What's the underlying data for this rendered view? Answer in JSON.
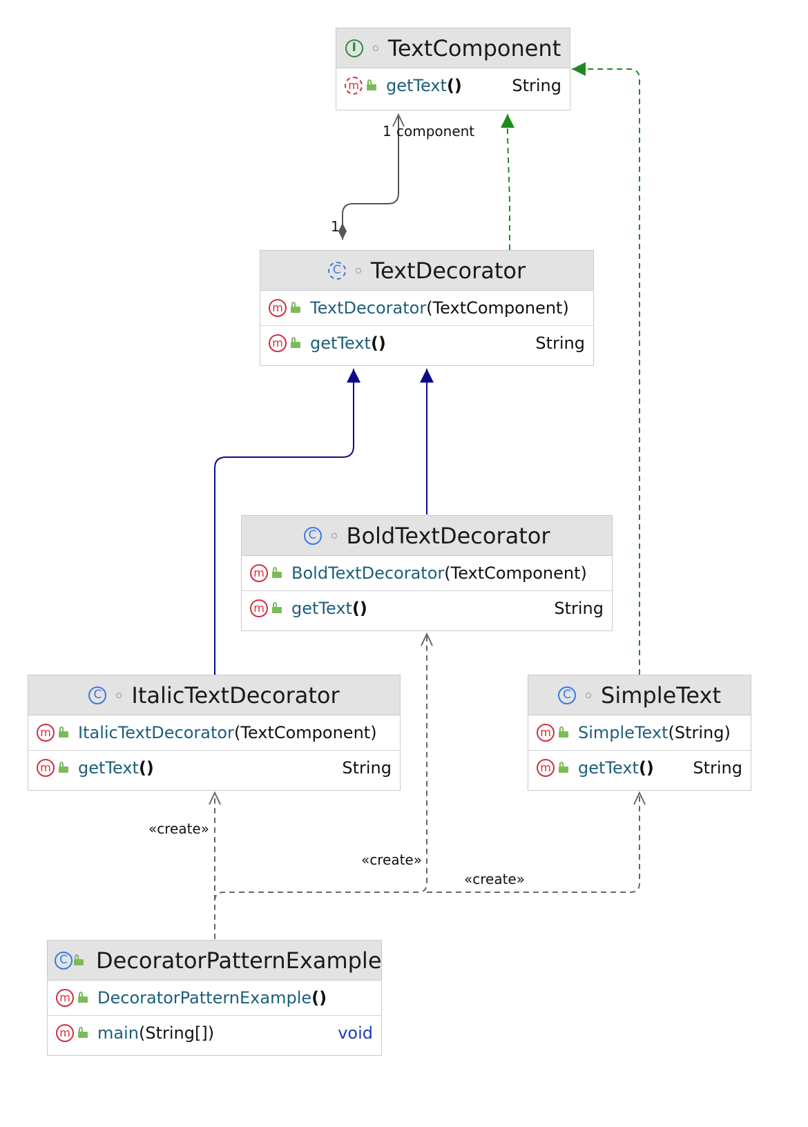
{
  "nodes": {
    "text_component": {
      "name": "TextComponent",
      "kind_icon": "interface-icon",
      "kind_letter": "I",
      "methods": [
        {
          "name": "getText",
          "params": "",
          "return_type": "String"
        }
      ]
    },
    "text_decorator": {
      "name": "TextDecorator",
      "kind_icon": "abstract-class-icon",
      "kind_letter": "C",
      "methods": [
        {
          "name": "TextDecorator",
          "params": "TextComponent",
          "return_type": ""
        },
        {
          "name": "getText",
          "params": "",
          "return_type": "String"
        }
      ]
    },
    "bold_text_decorator": {
      "name": "BoldTextDecorator",
      "kind_icon": "class-icon",
      "kind_letter": "C",
      "methods": [
        {
          "name": "BoldTextDecorator",
          "params": "TextComponent",
          "return_type": ""
        },
        {
          "name": "getText",
          "params": "",
          "return_type": "String"
        }
      ]
    },
    "italic_text_decorator": {
      "name": "ItalicTextDecorator",
      "kind_icon": "class-icon",
      "kind_letter": "C",
      "methods": [
        {
          "name": "ItalicTextDecorator",
          "params": "TextComponent",
          "return_type": ""
        },
        {
          "name": "getText",
          "params": "",
          "return_type": "String"
        }
      ]
    },
    "simple_text": {
      "name": "SimpleText",
      "kind_icon": "class-icon",
      "kind_letter": "C",
      "methods": [
        {
          "name": "SimpleText",
          "params": "String",
          "return_type": ""
        },
        {
          "name": "getText",
          "params": "",
          "return_type": "String"
        }
      ]
    },
    "decorator_pattern_example": {
      "name": "DecoratorPatternExample",
      "kind_icon": "class-icon",
      "kind_letter": "C",
      "methods": [
        {
          "name": "DecoratorPatternExample",
          "params": "",
          "return_type": ""
        },
        {
          "name": "main",
          "params": "String[]",
          "return_type": "void"
        }
      ]
    }
  },
  "method_icon_letter": "m",
  "edge_labels": {
    "composition_target_multiplicity": "1",
    "composition_role": "component",
    "composition_source_multiplicity": "1",
    "create_italic": "«create»",
    "create_bold": "«create»",
    "create_simple": "«create»"
  },
  "colors": {
    "inheritance": "#0a0a8a",
    "realization": "#1e8a1e",
    "dependency": "#666666",
    "composition": "#555555"
  }
}
